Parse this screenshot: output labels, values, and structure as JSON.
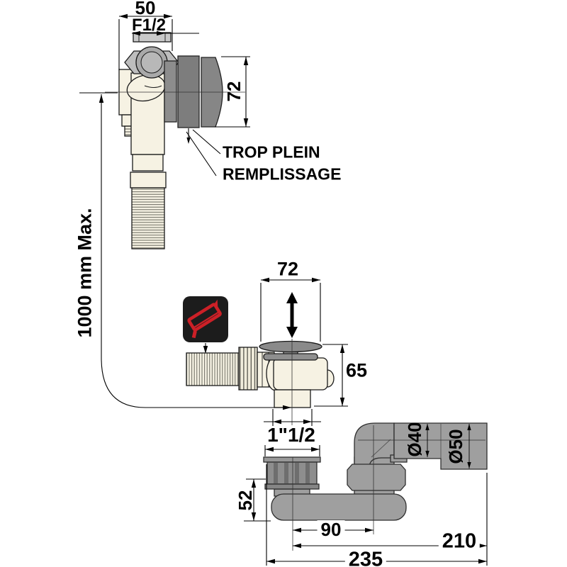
{
  "labels": {
    "dim_50": "50",
    "dim_f12": "F1/2",
    "dim_72_top": "72",
    "trop_plein": "TROP PLEIN",
    "remplissage": "REMPLISSAGE",
    "dim_1000": "1000 mm Max.",
    "dim_72_mid": "72",
    "dim_65": "65",
    "dim_1_5": "1\"1/2",
    "dim_52": "52",
    "dim_90": "90",
    "dim_210": "210",
    "dim_235": "235",
    "dia_40": "Ø40",
    "dia_50": "Ø50"
  },
  "icons": {
    "cut_tool": "hacksaw-icon"
  },
  "colors": {
    "part_cream": "#f6f2e3",
    "part_gray": "#9f9f9f",
    "part_dark_gray": "#7d7d7d",
    "icon_background": "#1c1c1c",
    "icon_red": "#cc2027",
    "line": "#000000"
  }
}
